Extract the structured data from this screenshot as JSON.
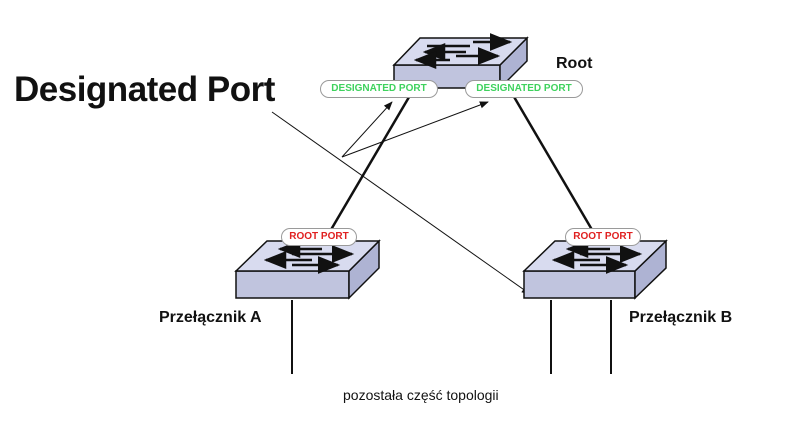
{
  "heading": "Designated Port",
  "switches": {
    "root": {
      "label": "Root"
    },
    "a": {
      "label": "Przełącznik A"
    },
    "b": {
      "label": "Przełącznik B"
    }
  },
  "ports": {
    "designated_left": "DESIGNATED PORT",
    "designated_right": "DESIGNATED PORT",
    "root_port_a": "ROOT PORT",
    "root_port_b": "ROOT PORT"
  },
  "footer": "pozostała część topologii",
  "colors": {
    "designated": "#3fd25e",
    "root_port": "#e02020",
    "switch_top": "#d8dbef",
    "switch_side": "#c0c4de"
  },
  "icons": [
    "switch-icon",
    "arrow-icon"
  ]
}
